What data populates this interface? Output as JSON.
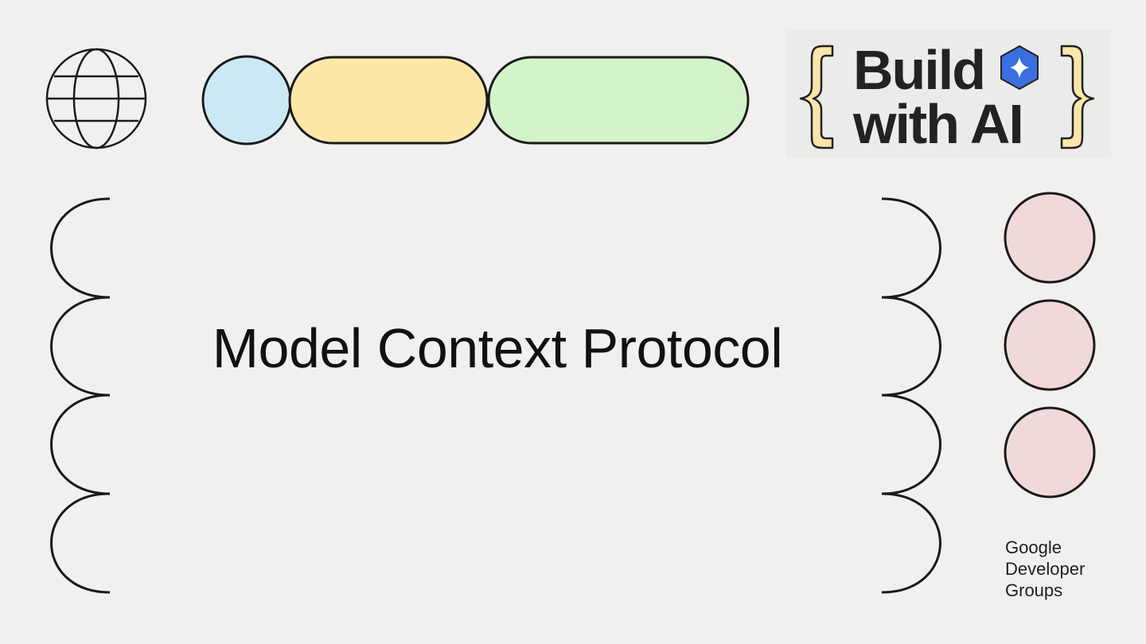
{
  "slide": {
    "title": "Model Context Protocol",
    "badge": {
      "line1": "Build",
      "line2": "with AI"
    },
    "footer": {
      "line1": "Google",
      "line2": "Developer",
      "line3": "Groups"
    }
  },
  "colors": {
    "background": "#f1f0ef",
    "outline": "#1a1a1a",
    "pill_blue": "#cce8f4",
    "pill_yellow": "#fee8a8",
    "pill_green": "#d3f3cb",
    "circle_pink": "#f2d9d9",
    "brace_fill": "#f9e6a8",
    "diamond_blue": "#3b6fe0"
  },
  "icons": [
    "globe-icon",
    "gemini-sparkle-icon"
  ]
}
